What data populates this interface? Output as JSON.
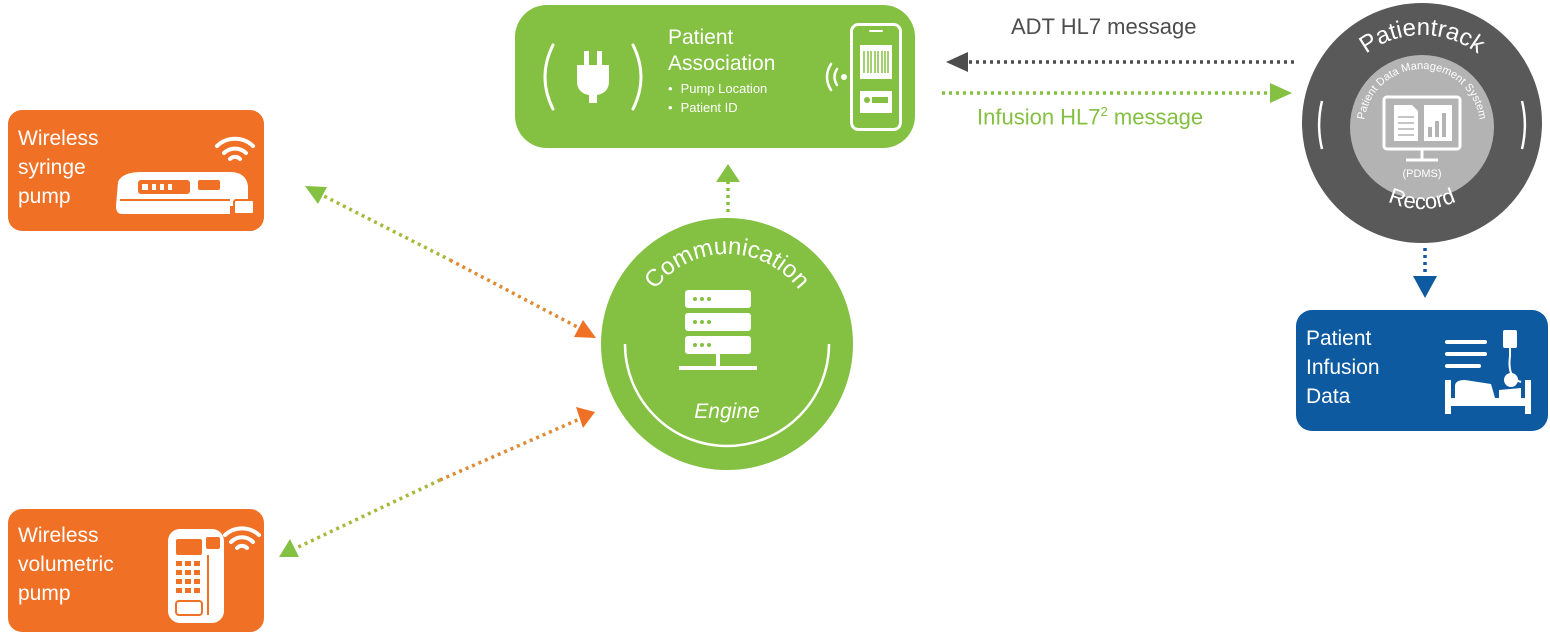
{
  "colors": {
    "orange": "#f07026",
    "green": "#84c041",
    "dark_gray": "#595959",
    "blue": "#0d5aa1",
    "light_gray": "#b3b3b3"
  },
  "syringe_pump": {
    "label_lines": [
      "Wireless",
      "syringe",
      "pump"
    ],
    "icons": [
      "wifi-icon",
      "syringe-pump-icon"
    ]
  },
  "volumetric_pump": {
    "label_lines": [
      "Wireless",
      "volumetric",
      "pump"
    ],
    "icons": [
      "wifi-icon",
      "volumetric-pump-icon"
    ]
  },
  "patient_association": {
    "title_lines": [
      "Patient",
      "Association"
    ],
    "items": [
      "Pump Location",
      "Patient ID"
    ],
    "icons": [
      "plug-icon",
      "nfc-signal-icon",
      "barcode-scanner-phone-icon"
    ]
  },
  "communication_engine": {
    "arc_top": "Communication",
    "arc_bottom": "Engine",
    "icons": [
      "server-icon"
    ]
  },
  "patientrack": {
    "arc_top": "Patientrack",
    "arc_bottom": "Record",
    "inner_arc": "Patient Data Management System",
    "inner_abbr": "(PDMS)",
    "icons": [
      "monitor-report-icon"
    ]
  },
  "infusion_data": {
    "label_lines": [
      "Patient",
      "Infusion",
      "Data"
    ],
    "icons": [
      "patient-bed-iv-icon"
    ]
  },
  "messages": {
    "adt": "ADT HL7 message",
    "infusion_prefix": "Infusion HL7",
    "infusion_sup": "2",
    "infusion_suffix": " message"
  }
}
